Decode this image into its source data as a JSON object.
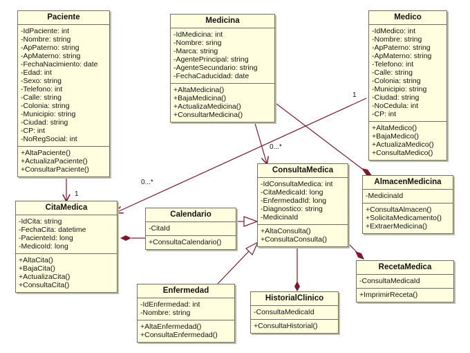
{
  "classes": {
    "paciente": {
      "name": "Paciente",
      "attributes": [
        "-IdPaciente: int",
        "-Nombre: string",
        "-ApPaterno: string",
        "-ApMaterno: string",
        "-FechaNacimiento: date",
        "-Edad: int",
        "-Sexo: string",
        "-Telefono: int",
        "-Calle: string",
        "-Colonia: string",
        "-Municipio: string",
        "-Ciudad: string",
        "-CP: int",
        "-NoRegSocial: int"
      ],
      "methods": [
        "+AltaPaciente()",
        "+ActualizaPaciente()",
        "+ConsultarPaciente()"
      ]
    },
    "medicina": {
      "name": "Medicina",
      "attributes": [
        "-IdMedicina: int",
        "-Nombre: sring",
        "-Marca: string",
        "-AgentePrincipal: string",
        "-AgenteSecundario: string",
        "-FechaCaducidad: date"
      ],
      "methods": [
        "+AltaMedicina()",
        "+BajaMedicina()",
        "+ActualizaMedicina()",
        "+ConsultarMedicina()"
      ]
    },
    "medico": {
      "name": "Medico",
      "attributes": [
        "-IdMedico: int",
        "-Nombre: string",
        "-ApPaterno: string",
        "-ApMaterno: string",
        "-Telefono: int",
        "-Calle: string",
        "-Colonia: string",
        "-Municipio: string",
        "-Ciudad: string",
        "-NoCedula: int",
        "-CP: int"
      ],
      "methods": [
        "+AltaMedico()",
        "+BajaMedico()",
        "+ActualizaMedico()",
        "+ConsultaMedico()"
      ]
    },
    "citamedica": {
      "name": "CitaMedica",
      "attributes": [
        "-IdCita: string",
        "-FechaCita: datetime",
        "-PacienteId: long",
        "-MedicoId: long"
      ],
      "methods": [
        "+AltaCita()",
        "+BajaCita()",
        "+ActualizaCita()",
        "+ConsultaCita()"
      ]
    },
    "calendario": {
      "name": "Calendario",
      "attributes": [
        "-CitaId"
      ],
      "methods": [
        "+ConsultaCalendario()"
      ]
    },
    "consultamedica": {
      "name": "ConsultaMedica",
      "attributes": [
        "-IdConsultaMedica: int",
        "-CitaMedicaId: long",
        "-EnfermedadId: long",
        "-Diagnostico: string",
        "-MedicinaId"
      ],
      "methods": [
        "+AltaConsulta()",
        "+ConsultaConsulta()"
      ]
    },
    "almacenmedicina": {
      "name": "AlmacenMedicina",
      "attributes": [
        "-MedicinaId"
      ],
      "methods": [
        "+ConsultaAlmacen()",
        "+SolicitaMedicamento()",
        "+ExtraerMedicina()"
      ]
    },
    "recetamedica": {
      "name": "RecetaMedica",
      "attributes": [
        "-ConsultaMedicaId"
      ],
      "methods": [
        "+ImprimirReceta()"
      ]
    },
    "enfermedad": {
      "name": "Enfermedad",
      "attributes": [
        "-IdEnfermedad: int",
        "-Nombre: string"
      ],
      "methods": [
        "+AltaEnfermedad()",
        "+ConsultaEnfermedad()"
      ]
    },
    "historialclinico": {
      "name": "HistorialClinico",
      "attributes": [
        "-ConsultaMedicaId"
      ],
      "methods": [
        "+ConsultaHistorial()"
      ]
    }
  },
  "multiplicities": {
    "paciente_end": "1",
    "cita_end": "1",
    "medico_end": "1",
    "cita_from_medico": "0...*",
    "medicina_end": "1",
    "consulta_from_medicina": "0...*"
  },
  "colors": {
    "line": "#7a1a2a",
    "box_fill": "#ffffe0",
    "box_border": "#6e6e6e"
  }
}
